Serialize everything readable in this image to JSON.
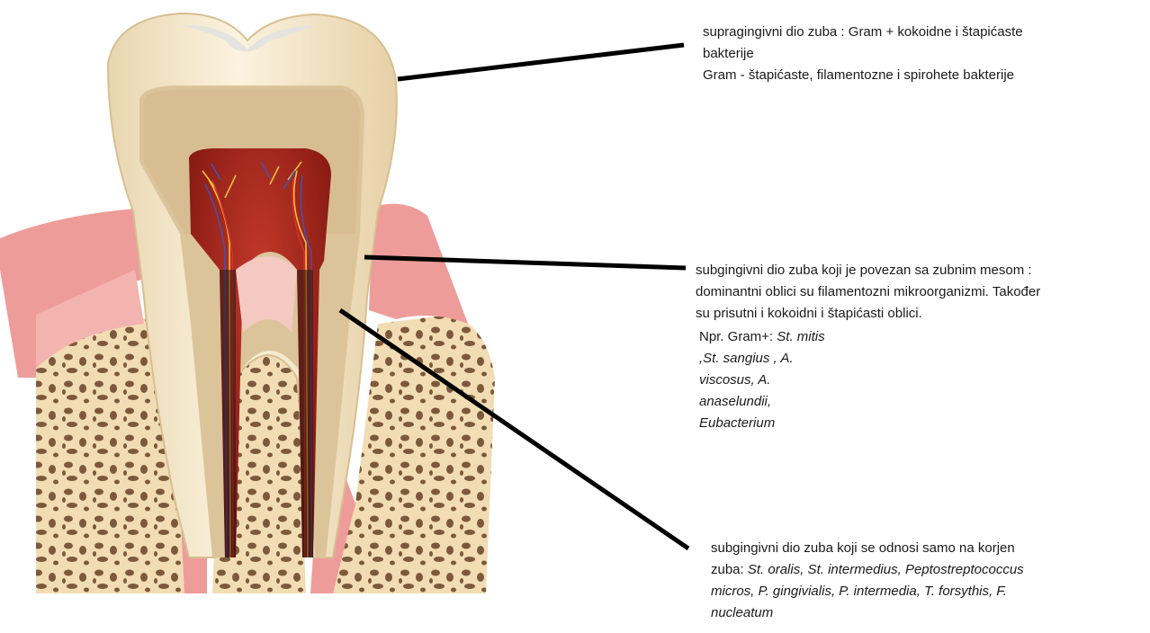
{
  "labels": {
    "supragingival": {
      "line1": "supragingivni dio zuba : Gram + kokoidne i štapićaste",
      "line2": "bakterije",
      "line3": "Gram - štapićaste, filamentozne i spirohete bakterije"
    },
    "subgingival_gum": {
      "line1": "subgingivni dio zuba koji je povezan sa zubnim mesom :",
      "line2": "dominantni oblici su filamentozni mikroorganizmi. Također",
      "line3": "su prisutni i kokoidni i štapićasti oblici."
    },
    "example": {
      "prefix": "Npr. Gram+: ",
      "item1": "St. mitis",
      "line2": ",St. sangius , A.",
      "line3": "viscosus, A.",
      "line4": "anaselundii,",
      "line5": "Eubacterium"
    },
    "subgingival_root": {
      "line1": "subgingivni dio zuba koji se odnosi samo na korjen",
      "line2_prefix": "zuba: ",
      "line2_italic": "St. oralis, St. intermedius, Peptostreptococcus",
      "line3": "micros, P. gingivialis, P. intermedia, T. forsythis, F.",
      "line4": "nucleatum"
    }
  },
  "colors": {
    "enamel": "#f6ecd4",
    "dentin": "#dcc49a",
    "pulp": "#8e1d12",
    "gum": "#ee9c9a",
    "bone": "#f1dcb4",
    "bone_pores": "#6e4a2c",
    "root_canal": "#2a1a14",
    "leader_line": "#000000"
  }
}
